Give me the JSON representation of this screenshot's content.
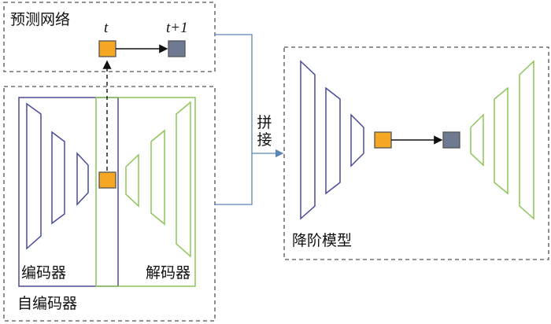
{
  "prediction_network": {
    "title": "预测网络",
    "time_t": "t",
    "time_t_plus_1": "t+1"
  },
  "autoencoder": {
    "title": "自编码器",
    "encoder_label": "编码器",
    "decoder_label": "解码器"
  },
  "concat": {
    "char1": "拼",
    "char2": "接"
  },
  "reduced_model": {
    "title": "降阶模型"
  },
  "colors": {
    "encoder": "#4a4a9c",
    "decoder": "#8cc65a",
    "latent_orange": "#f5a623",
    "latent_gray": "#6d7a91",
    "connector": "#5a86b5",
    "frame": "#555555"
  }
}
